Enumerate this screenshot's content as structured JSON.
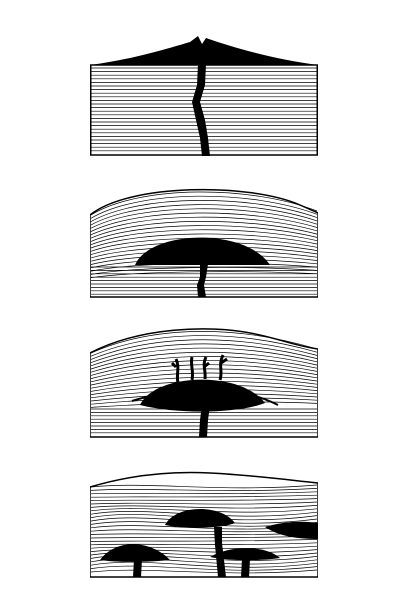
{
  "figure": {
    "panels": [
      {
        "id": "volcano",
        "feature": "volcanic-cone-with-feeder-dike"
      },
      {
        "id": "laccolith",
        "feature": "laccolith-doming-strata"
      },
      {
        "id": "laccolith-with-offshoots",
        "feature": "laccolith-with-apophyses"
      },
      {
        "id": "multiple-sills",
        "feature": "intrusive-sheets-between-strata"
      }
    ],
    "colors": {
      "ink": "#000000",
      "paper": "#ffffff"
    }
  }
}
